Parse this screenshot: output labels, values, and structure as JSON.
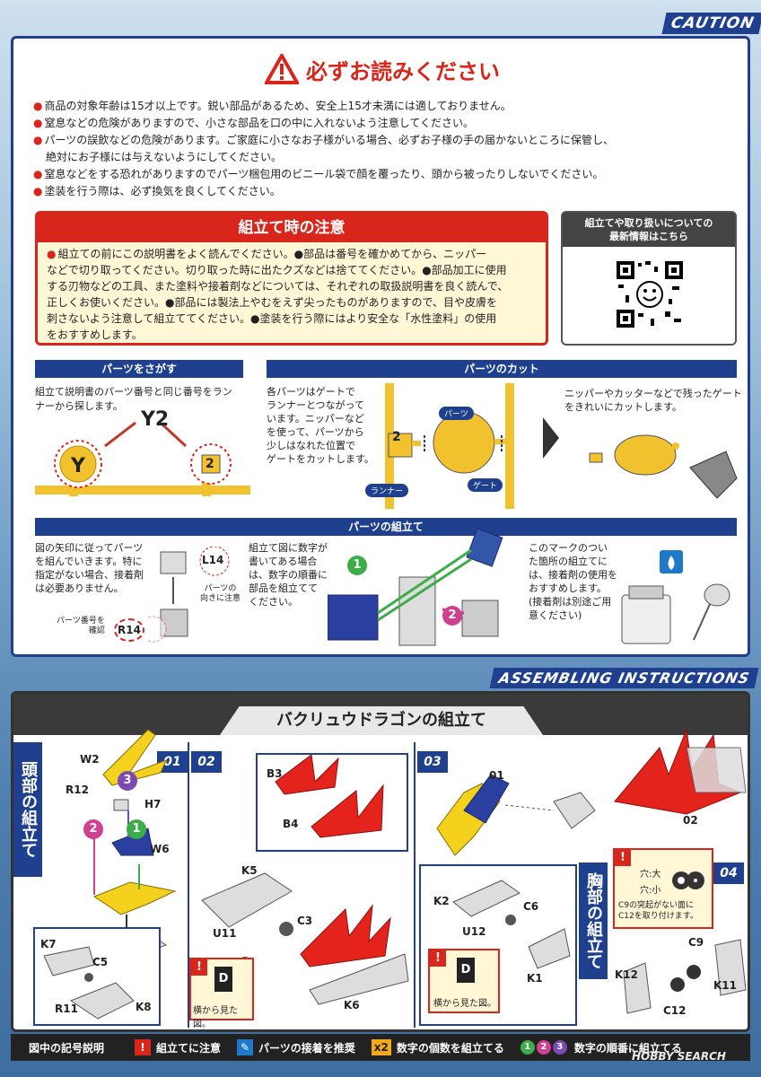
{
  "caution": {
    "header": "CAUTION",
    "title": "必ずお読みください",
    "items": [
      "商品の対象年齢は15才以上です。鋭い部品があるため、安全上15才未満には適しておりません。",
      "窒息などの危険がありますので、小さな部品を口の中に入れないよう注意してください。",
      "パーツの誤飲などの危険があります。ご家庭に小さなお子様がいる場合、必ずお子様の手の届かないところに保管し、",
      "絶対にお子様には与えないようにしてください。",
      "窒息などをする恐れがありますのでパーツ梱包用のビニール袋で顔を覆ったり、頭から被ったりしないでください。",
      "塗装を行う際は、必ず換気を良くしてください。"
    ],
    "assembly_notice": {
      "title": "組立て時の注意",
      "lines": [
        "組立ての前にこの説明書をよく読んでください。●部品は番号を確かめてから、ニッパー",
        "などで切り取ってください。切り取った時に出たクズなどは捨ててください。●部品加工に使用",
        "する刃物などの工具、また塗料や接着剤などについては、それぞれの取扱説明書を良く読んで、",
        "正しくお使いください。●部品には製法上やむをえず尖ったものがありますので、目や皮膚を",
        "刺さないよう注意して組立ててください。●塗装を行う際にはより安全な「水性塗料」の使用",
        "をおすすめします。"
      ]
    },
    "qr": {
      "title_line1": "組立てや取り扱いについての",
      "title_line2": "最新情報はこちら"
    },
    "find_parts": {
      "bar": "パーツをさがす",
      "text_line1": "組立て説明書のパーツ番号と同じ番号をラン",
      "text_line2": "ナーから探します。",
      "label_y2": "Y2",
      "label_y": "Y",
      "label_2": "2"
    },
    "cut_parts": {
      "bar": "パーツのカット",
      "text": [
        "各パーツはゲートで",
        "ランナーとつながって",
        "います。ニッパーなど",
        "を使って、パーツから",
        "少しはなれた位置で",
        "ゲートをカットします。"
      ],
      "label_part": "パーツ",
      "label_runner": "ランナー",
      "label_gate": "ゲート",
      "label_2": "2",
      "text2_line1": "ニッパーやカッターなどで残ったゲート",
      "text2_line2": "をきれいにカットします。"
    },
    "assemble_parts": {
      "bar": "パーツの組立て",
      "text1": [
        "図の矢印に従ってパーツ",
        "を組んでいきます。特に",
        "指定がない場合、接着剤",
        "は必要ありません。"
      ],
      "label_l14": "L14",
      "label_orient_1": "パーツの",
      "label_orient_2": "向きに注意",
      "label_partno_1": "パーツ番号を",
      "label_partno_2": "確認",
      "label_r14": "R14",
      "text2": [
        "組立て図に数字が",
        "書いてある場合",
        "は、数字の順番に",
        "部品を組立てて",
        "ください。"
      ],
      "text3": [
        "このマークのつい",
        "た箇所の組立てに",
        "は、接着剤の使用を",
        "おすすめします。",
        "(接着剤は別途ご用",
        "意ください)"
      ]
    }
  },
  "instructions": {
    "header": "ASSEMBLING INSTRUCTIONS",
    "title": "バクリュウドラゴンの組立て",
    "side_head": "頭部の組立て",
    "side_chest": "胸部の組立て",
    "steps": [
      "01",
      "02",
      "03",
      "04"
    ],
    "parts": {
      "w2": "W2",
      "r12": "R12",
      "h7": "H7",
      "w6": "W6",
      "k7": "K7",
      "c5": "C5",
      "r11": "R11",
      "k8": "K8",
      "b3": "B3",
      "b4": "B4",
      "k5": "K5",
      "c3": "C3",
      "u11": "U11",
      "k6": "K6",
      "k2": "K2",
      "c6": "C6",
      "u12": "U12",
      "k1": "K1",
      "c9": "C9",
      "k12": "K12",
      "k11": "K11",
      "c12": "C12",
      "ref01": "01",
      "ref02": "02"
    },
    "side_view_1": "横から見た図。",
    "side_view_2": "横から見た図。",
    "note_hole_big": "穴:大",
    "note_hole_small": "穴:小",
    "note_c9_1": "C9の突起がない面に",
    "note_c9_2": "C12を取り付けます。"
  },
  "legend": {
    "title": "図中の記号説明",
    "item1": "組立てに注意",
    "item2": "パーツの接着を推奨",
    "item3": "数字の個数を組立てる",
    "item3_badge": "x2",
    "item4": "数字の順番に組立てる",
    "watermark": "HOBBY SEARCH"
  }
}
